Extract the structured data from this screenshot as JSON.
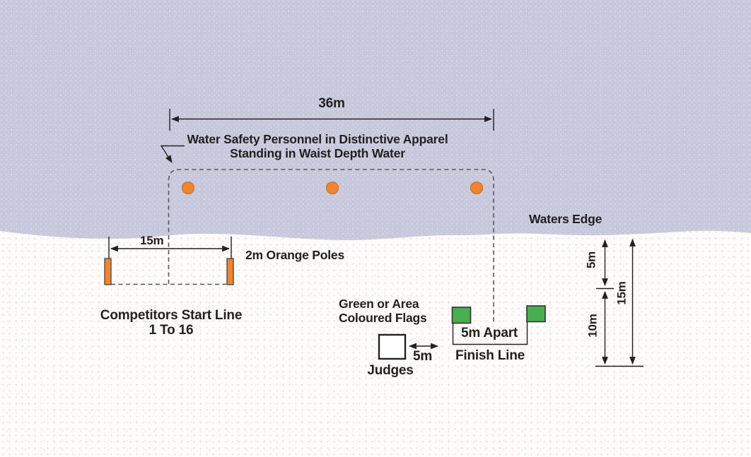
{
  "colors": {
    "water": "#c7c8db",
    "sand": "#fdfcfa",
    "orange": "#f08531",
    "green": "#4aad4f",
    "line": "#231f20"
  },
  "course": {
    "span_label": "36m",
    "safety_note_line1": "Water Safety Personnel in Distinctive Apparel",
    "safety_note_line2": "Standing in Waist Depth Water",
    "waters_edge_label": "Waters Edge",
    "buoy_count": 3
  },
  "start": {
    "width_label": "15m",
    "poles_label": "2m Orange Poles",
    "caption_line1": "Competitors Start Line",
    "caption_line2": "1 To 16"
  },
  "finish": {
    "flags_caption_line1": "Green or Area",
    "flags_caption_line2": "Coloured Flags",
    "judges_label": "Judges",
    "judges_offset_label": "5m",
    "apart_label": "5m Apart",
    "finish_label": "Finish Line"
  },
  "depth_dims": {
    "d5": "5m",
    "d10": "10m",
    "d15": "15m"
  }
}
